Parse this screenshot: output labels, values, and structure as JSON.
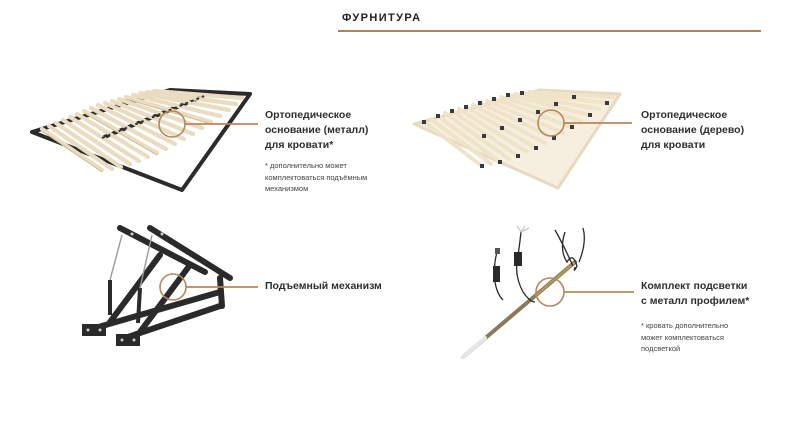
{
  "section": {
    "title": "ФУРНИТУРА",
    "accent_color": "#a88460"
  },
  "items": [
    {
      "name": "metal-slat-base",
      "label_lines": [
        "Ортопедическое",
        "основание (металл)",
        "для кровати*"
      ],
      "note_lines": [
        "* дополнительно может",
        "комплектоваться подъёмным",
        "механизмом"
      ]
    },
    {
      "name": "wood-slat-base",
      "label_lines": [
        "Ортопедическое",
        "основание (дерево)",
        "для кровати"
      ],
      "note_lines": []
    },
    {
      "name": "lift-mechanism",
      "label_lines": [
        "Подъемный механизм"
      ],
      "note_lines": []
    },
    {
      "name": "led-light-kit",
      "label_lines": [
        "Комплект подсветки",
        "с металл профилем*"
      ],
      "note_lines": [
        "* кровать дополнительно",
        "может комплектоваться",
        "подсветкой"
      ]
    }
  ]
}
